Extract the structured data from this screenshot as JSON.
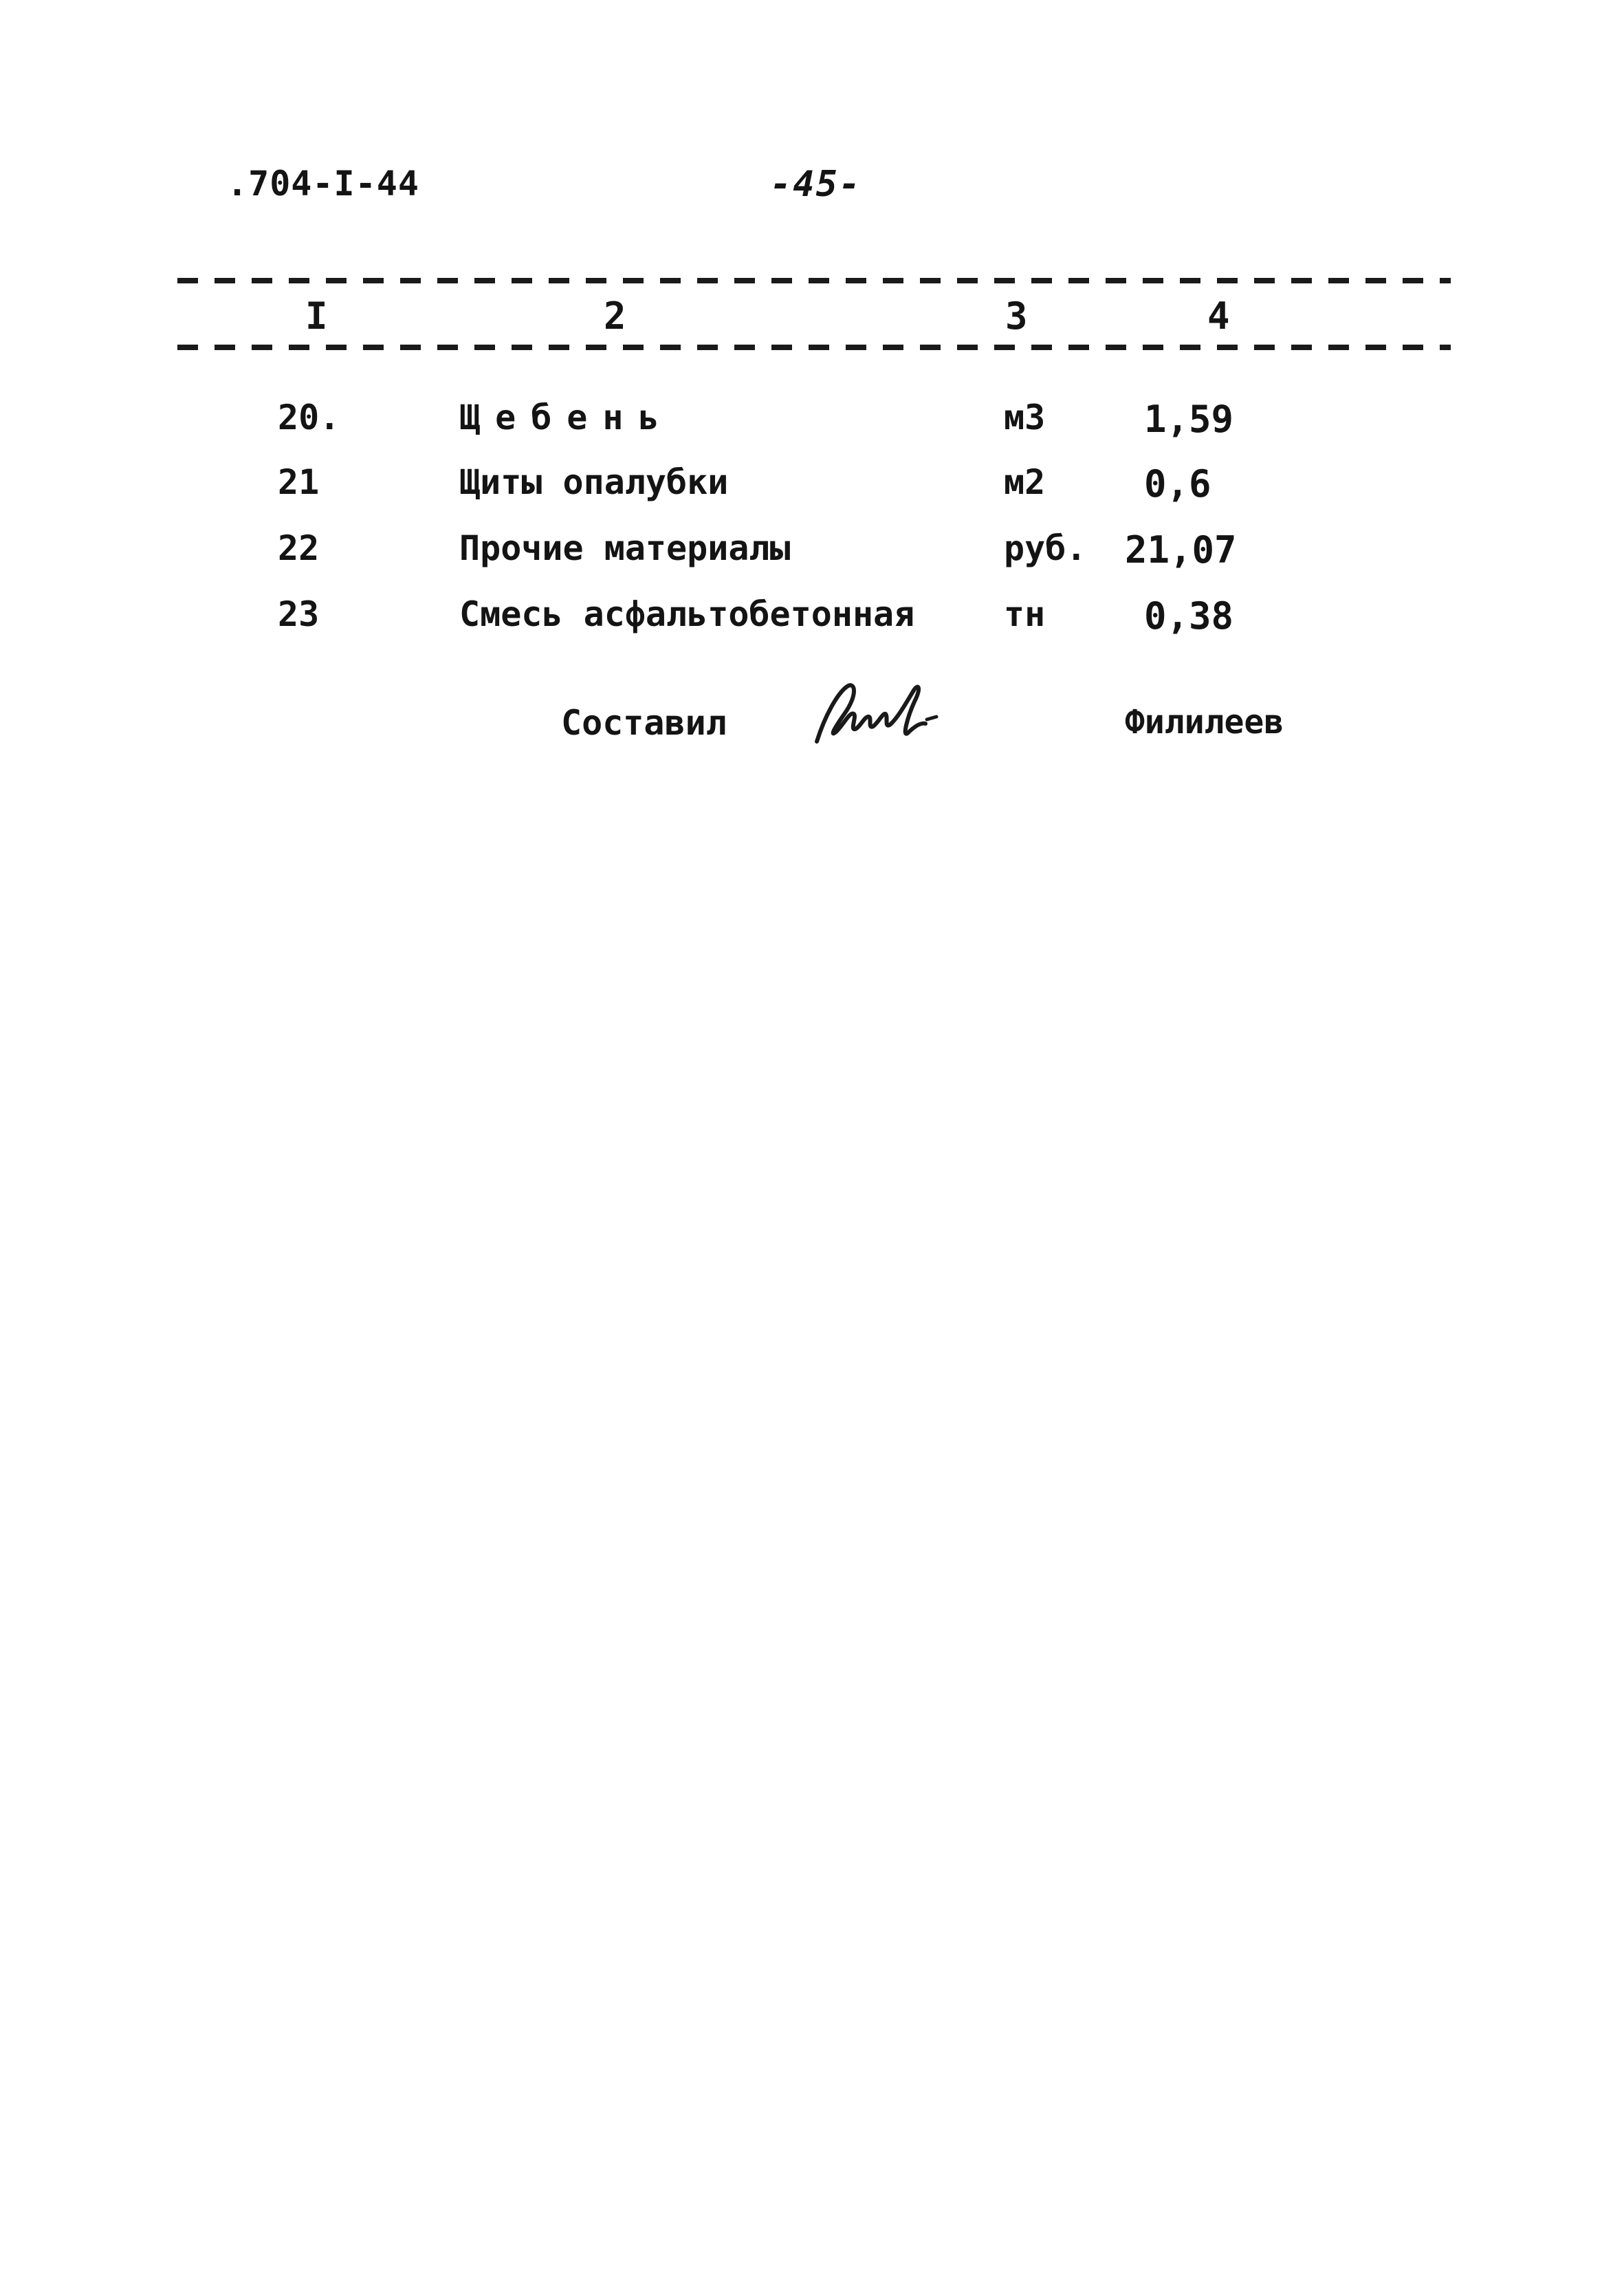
{
  "document": {
    "code": ".704-I-44",
    "page_number": "-45-"
  },
  "table": {
    "header": [
      "I",
      "2",
      "3",
      "4"
    ],
    "rows": [
      {
        "num": "20.",
        "name": "Щебень",
        "unit": "м3",
        "qty": "1,59"
      },
      {
        "num": "21",
        "name": "Щиты опалубки",
        "unit": "м2",
        "qty": "0,6"
      },
      {
        "num": "22",
        "name": "Прочие материалы",
        "unit": "руб.",
        "qty": "21,07"
      },
      {
        "num": "23",
        "name": "Смесь асфальтобетонная",
        "unit": "тн",
        "qty": "0,38"
      }
    ]
  },
  "signature": {
    "label": "Составил",
    "name": "Филилеев"
  }
}
